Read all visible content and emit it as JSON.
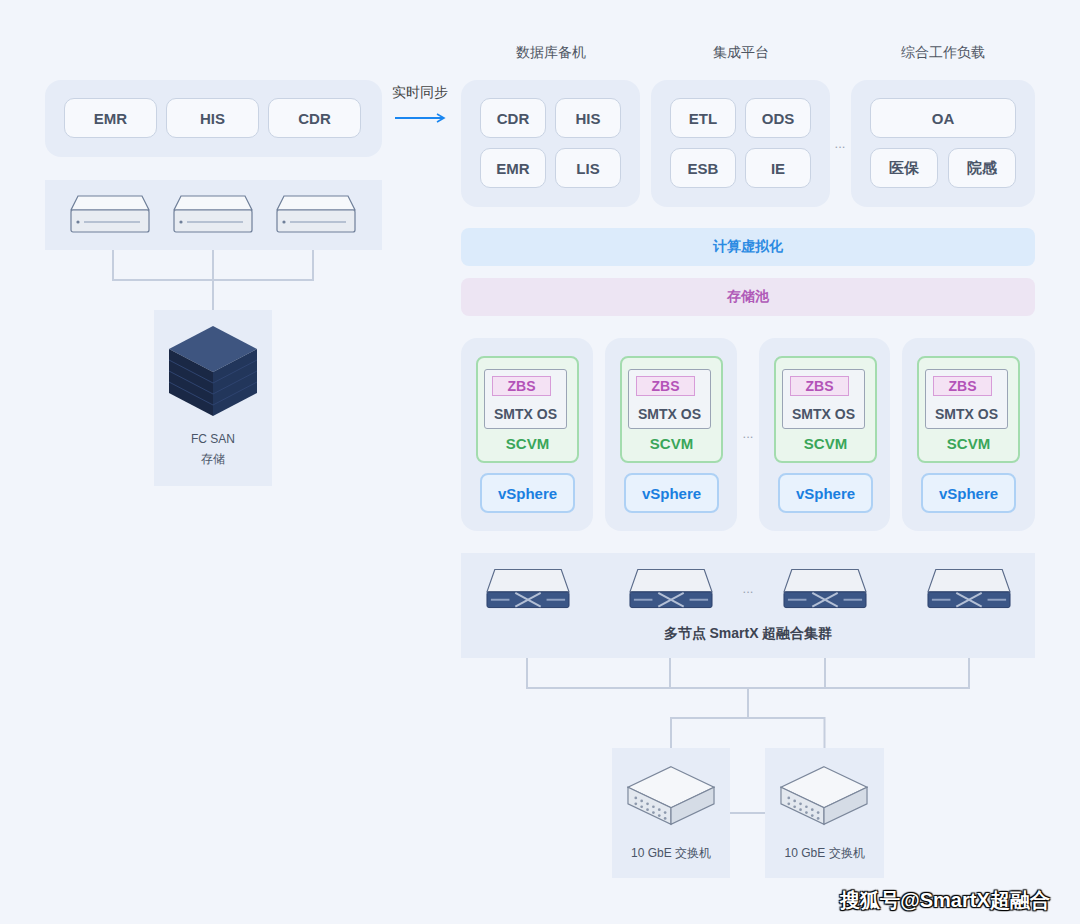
{
  "diagram": {
    "nodes": [
      {
        "text": [
          "EMR"
        ]
      },
      {
        "text": [
          "HIS"
        ]
      },
      {
        "text": [
          "CDR"
        ]
      },
      {
        "text": [
          "FC SAN",
          "存储"
        ]
      },
      {
        "text": [
          "数据库备机"
        ]
      },
      {
        "text": [
          "CDR"
        ],
        "in": 4
      },
      {
        "text": [
          "HIS"
        ],
        "in": 4
      },
      {
        "text": [
          "EMR"
        ],
        "in": 4
      },
      {
        "text": [
          "LIS"
        ],
        "in": 4
      },
      {
        "text": [
          "集成平台"
        ]
      },
      {
        "text": [
          "ETL"
        ],
        "in": 9
      },
      {
        "text": [
          "ODS"
        ],
        "in": 9
      },
      {
        "text": [
          "ESB"
        ],
        "in": 9
      },
      {
        "text": [
          "IE"
        ],
        "in": 9
      },
      {
        "text": [
          "综合工作负载"
        ]
      },
      {
        "text": [
          "OA"
        ],
        "in": 14
      },
      {
        "text": [
          "医保"
        ],
        "in": 14
      },
      {
        "text": [
          "院感"
        ],
        "in": 14
      },
      {
        "text": [
          "计算虚拟化"
        ]
      },
      {
        "text": [
          "存储池"
        ]
      },
      {
        "text": [
          "SCVM"
        ]
      },
      {
        "text": [
          "SMTX OS"
        ],
        "in": 20
      },
      {
        "text": [
          "ZBS"
        ],
        "in": 21
      },
      {
        "text": [
          "vSphere"
        ]
      },
      {
        "text": [
          "SCVM"
        ]
      },
      {
        "text": [
          "SMTX OS"
        ],
        "in": 24
      },
      {
        "text": [
          "ZBS"
        ],
        "in": 25
      },
      {
        "text": [
          "vSphere"
        ]
      },
      {
        "text": [
          "SCVM"
        ]
      },
      {
        "text": [
          "SMTX OS"
        ],
        "in": 28
      },
      {
        "text": [
          "ZBS"
        ],
        "in": 29
      },
      {
        "text": [
          "vSphere"
        ]
      },
      {
        "text": [
          "SCVM"
        ]
      },
      {
        "text": [
          "SMTX OS"
        ],
        "in": 32
      },
      {
        "text": [
          "ZBS"
        ],
        "in": 33
      },
      {
        "text": [
          "vSphere"
        ]
      },
      {
        "text": [
          "多节点 SmartX 超融合集群"
        ]
      },
      {
        "text": [
          "10 GbE 交换机"
        ]
      },
      {
        "text": [
          "10 GbE 交换机"
        ]
      }
    ],
    "edges": [
      {
        "from": 36,
        "to": 37,
        "arrow": "none"
      },
      {
        "from": 36,
        "to": 38,
        "arrow": "none"
      },
      {
        "from": 37,
        "to": 38,
        "arrow": "none"
      }
    ],
    "labels": [
      "实时同步",
      "...",
      "...",
      "...",
      "搜狐号@SmartX超融合"
    ]
  }
}
